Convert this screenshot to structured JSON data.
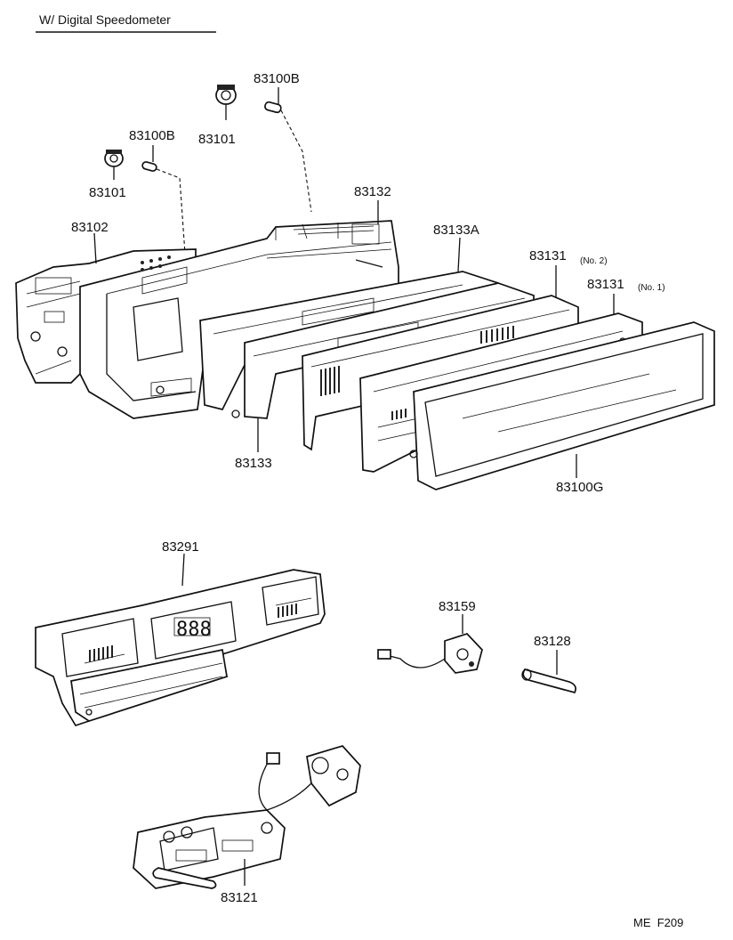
{
  "header": {
    "title": "W/ Digital Speedometer"
  },
  "labels": {
    "p83100B_a": "83100B",
    "p83101_a": "83101",
    "p83100B_b": "83100B",
    "p83101_b": "83101",
    "p83132": "83132",
    "p83102": "83102",
    "p83133A": "83133A",
    "p83131_no2": "83131",
    "p83131_no2_note": "(No. 2)",
    "p83131_no1": "83131",
    "p83131_no1_note": "(No. 1)",
    "p83133": "83133",
    "p83100G": "83100G",
    "p83291": "83291",
    "p83159": "83159",
    "p83128": "83128",
    "p83121": "83121"
  },
  "footer": {
    "code": "ME  F209"
  }
}
